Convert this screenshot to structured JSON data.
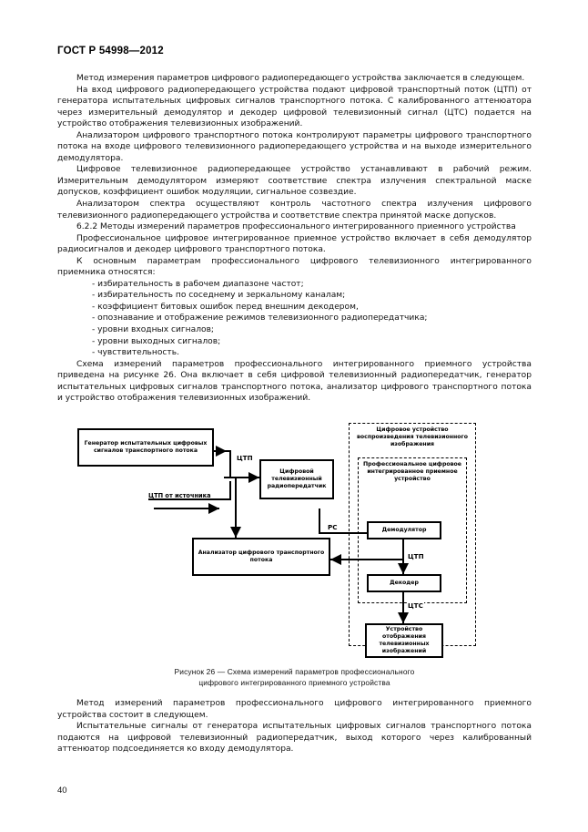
{
  "document": {
    "header": "ГОСТ Р 54998—2012",
    "page_number": "40"
  },
  "body": {
    "paragraphs_top": [
      "Метод измерения параметров цифрового радиопередающего устройства заключается в следующем.",
      "На вход цифрового радиопередающего устройства подают цифровой транспортный поток  (ЦТП) от генератора испытательных цифровых сигналов транспортного потока. С калиброванного аттенюатора через измерительный демодулятор и декодер цифровой телевизионный сигнал (ЦТС) подается на устройство отображения телевизионных изображений.",
      "Анализатором цифрового транспортного потока контролируют параметры цифрового транспортного потока на входе цифрового телевизионного радиопередающего устройства и на выходе измерительного демодулятора.",
      "Цифровое телевизионное радиопередающее устройство устанавливают в рабочий режим. Измерительным демодулятором измеряют соответствие спектра излучения спектральной маске допусков, коэффициент ошибок модуляции, сигнальное созвездие.",
      "Анализатором спектра осуществляют контроль частотного спектра излучения  цифрового телевизионного радиопередающего устройства и  соответствие спектра принятой маске допусков.",
      "6.2.2 Методы измерений параметров профессионального интегрированного приемного устройства",
      "Профессиональное цифровое интегрированное приемное устройство включает в себя демодулятор радиосигналов и декодер цифрового транспортного потока.",
      "К основным  параметрам профессионального цифрового телевизионного интегрированного приемника относятся:"
    ],
    "list_items": [
      "- избирательность в рабочем диапазоне частот;",
      "- избирательность по соседнему и зеркальному каналам;",
      "- коэффициент битовых ошибок перед внешним декодером,",
      "- опознавание и отображение режимов телевизионного радиопередатчика;",
      "- уровни входных сигналов;",
      "- уровни выходных сигналов;",
      "- чувствительность."
    ],
    "paragraph_after_list": "Схема измерений параметров  профессионального интегрированного приемного устройства приведена на рисунке 26. Она включает в себя цифровой телевизионный радиопередатчик, генератор испытательных  цифровых сигналов транспортного потока, анализатор цифрового транспортного потока и устройство отображения телевизионных изображений.",
    "paragraphs_bottom": [
      "Метод измерений параметров профессионального цифрового интегрированного приемного устройства состоит в следующем.",
      "Испытательные сигналы от генератора испытательных цифровых сигналов транспортного потока подаются на цифровой телевизионный радиопередатчик, выход которого через калиброванный аттенюатор подсоединяется ко входу демодулятора."
    ]
  },
  "figure": {
    "caption_line1": "Рисунок 26 — Схема измерений параметров  профессионального",
    "caption_line2": "цифрового интегрированного приемного устройства",
    "blocks": {
      "generator": "Генератор испытательных цифровых сигналов транспортного потока",
      "source_input": "ЦТП от источника",
      "transmitter": "Цифровой телевизионный радиопередатчик",
      "analyzer": "Анализатор цифрового транспортного потока",
      "playback_device": "Цифровое устройство воспроизведения телевизионного изображения",
      "receiver": "Профессиональное цифровое интегрированное приемное устройство",
      "demodulator": "Демодулятор",
      "decoder": "Декодер",
      "display": "Устройство отображения телевизионных изображений"
    },
    "signal_labels": {
      "ctp_top": "ЦТП",
      "rc": "РС",
      "ctp_mid": "ЦТП",
      "cts": "ЦТС"
    }
  }
}
